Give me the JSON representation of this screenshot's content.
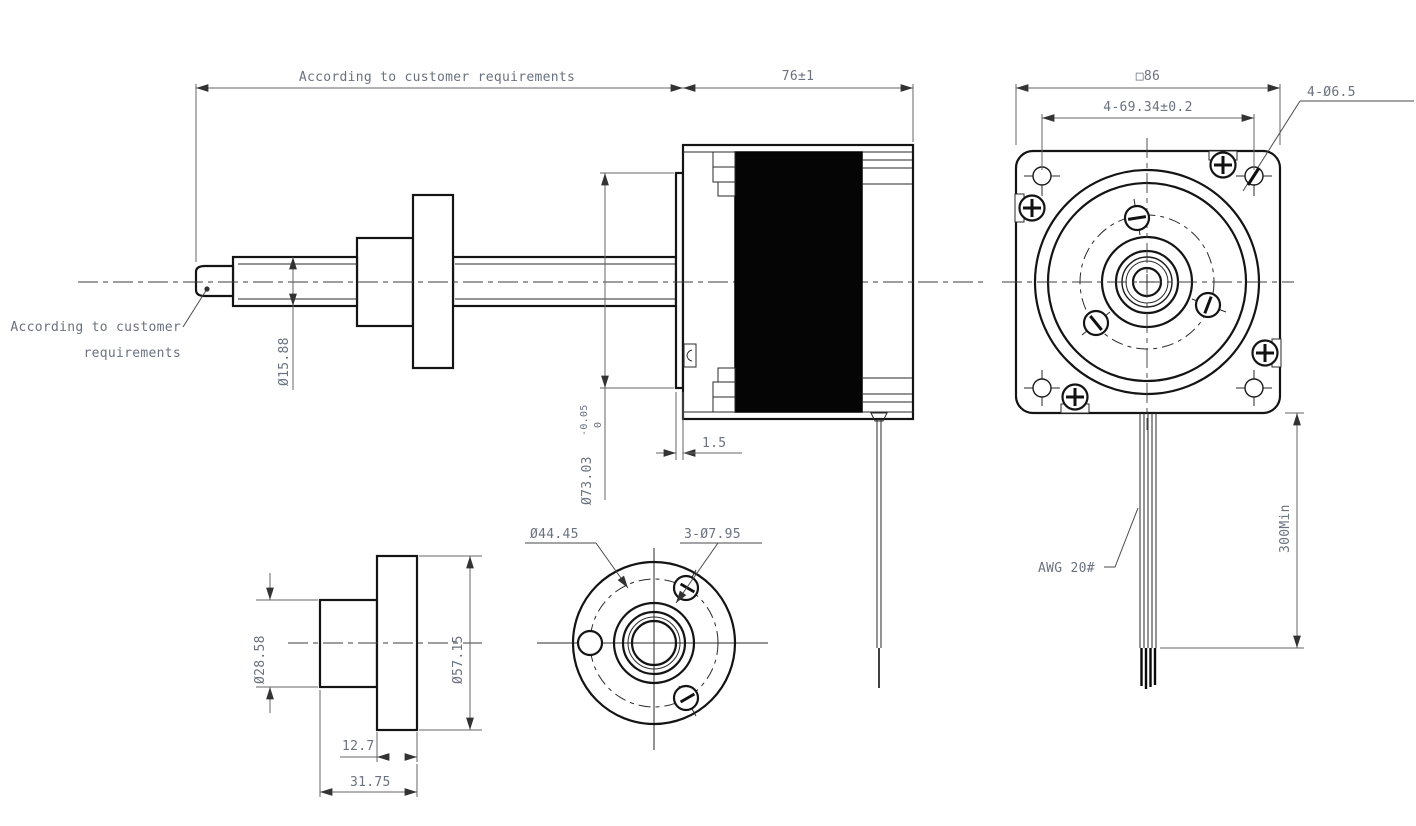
{
  "drawing": {
    "type": "engineering-drawing",
    "subject": "stepper motor with lead screw, dimensioned multi-view drawing",
    "colors": {
      "object_line": "#141414",
      "dimension_line": "#666666",
      "text": "#6a7280",
      "stator_fill": "#050505",
      "background": "#ffffff"
    },
    "side_view": {
      "overall_length_label": "According to customer requirements",
      "motor_length": "76±1",
      "shaft_tip_note": [
        "According to customer",
        "requirements"
      ],
      "shaft_diameter": "Ø15.88",
      "pilot_diameter": "Ø73.03",
      "pilot_tolerance_upper": "0",
      "pilot_tolerance_lower": "-0.05",
      "pilot_height": "1.5"
    },
    "front_view": {
      "frame_size": "□86",
      "mounting_hole_spacing": "4-69.34±0.2",
      "mounting_holes": "4-Ø6.5",
      "lead_wires": "AWG 20#",
      "lead_length": "300Min"
    },
    "flange_side_detail": {
      "hub_diameter": "Ø28.58",
      "flange_diameter": "Ø57.15",
      "hub_length": "12.7",
      "total_length": "31.75"
    },
    "flange_face_detail": {
      "bolt_circle_diameter": "Ø44.45",
      "bolt_holes": "3-Ø7.95"
    }
  }
}
